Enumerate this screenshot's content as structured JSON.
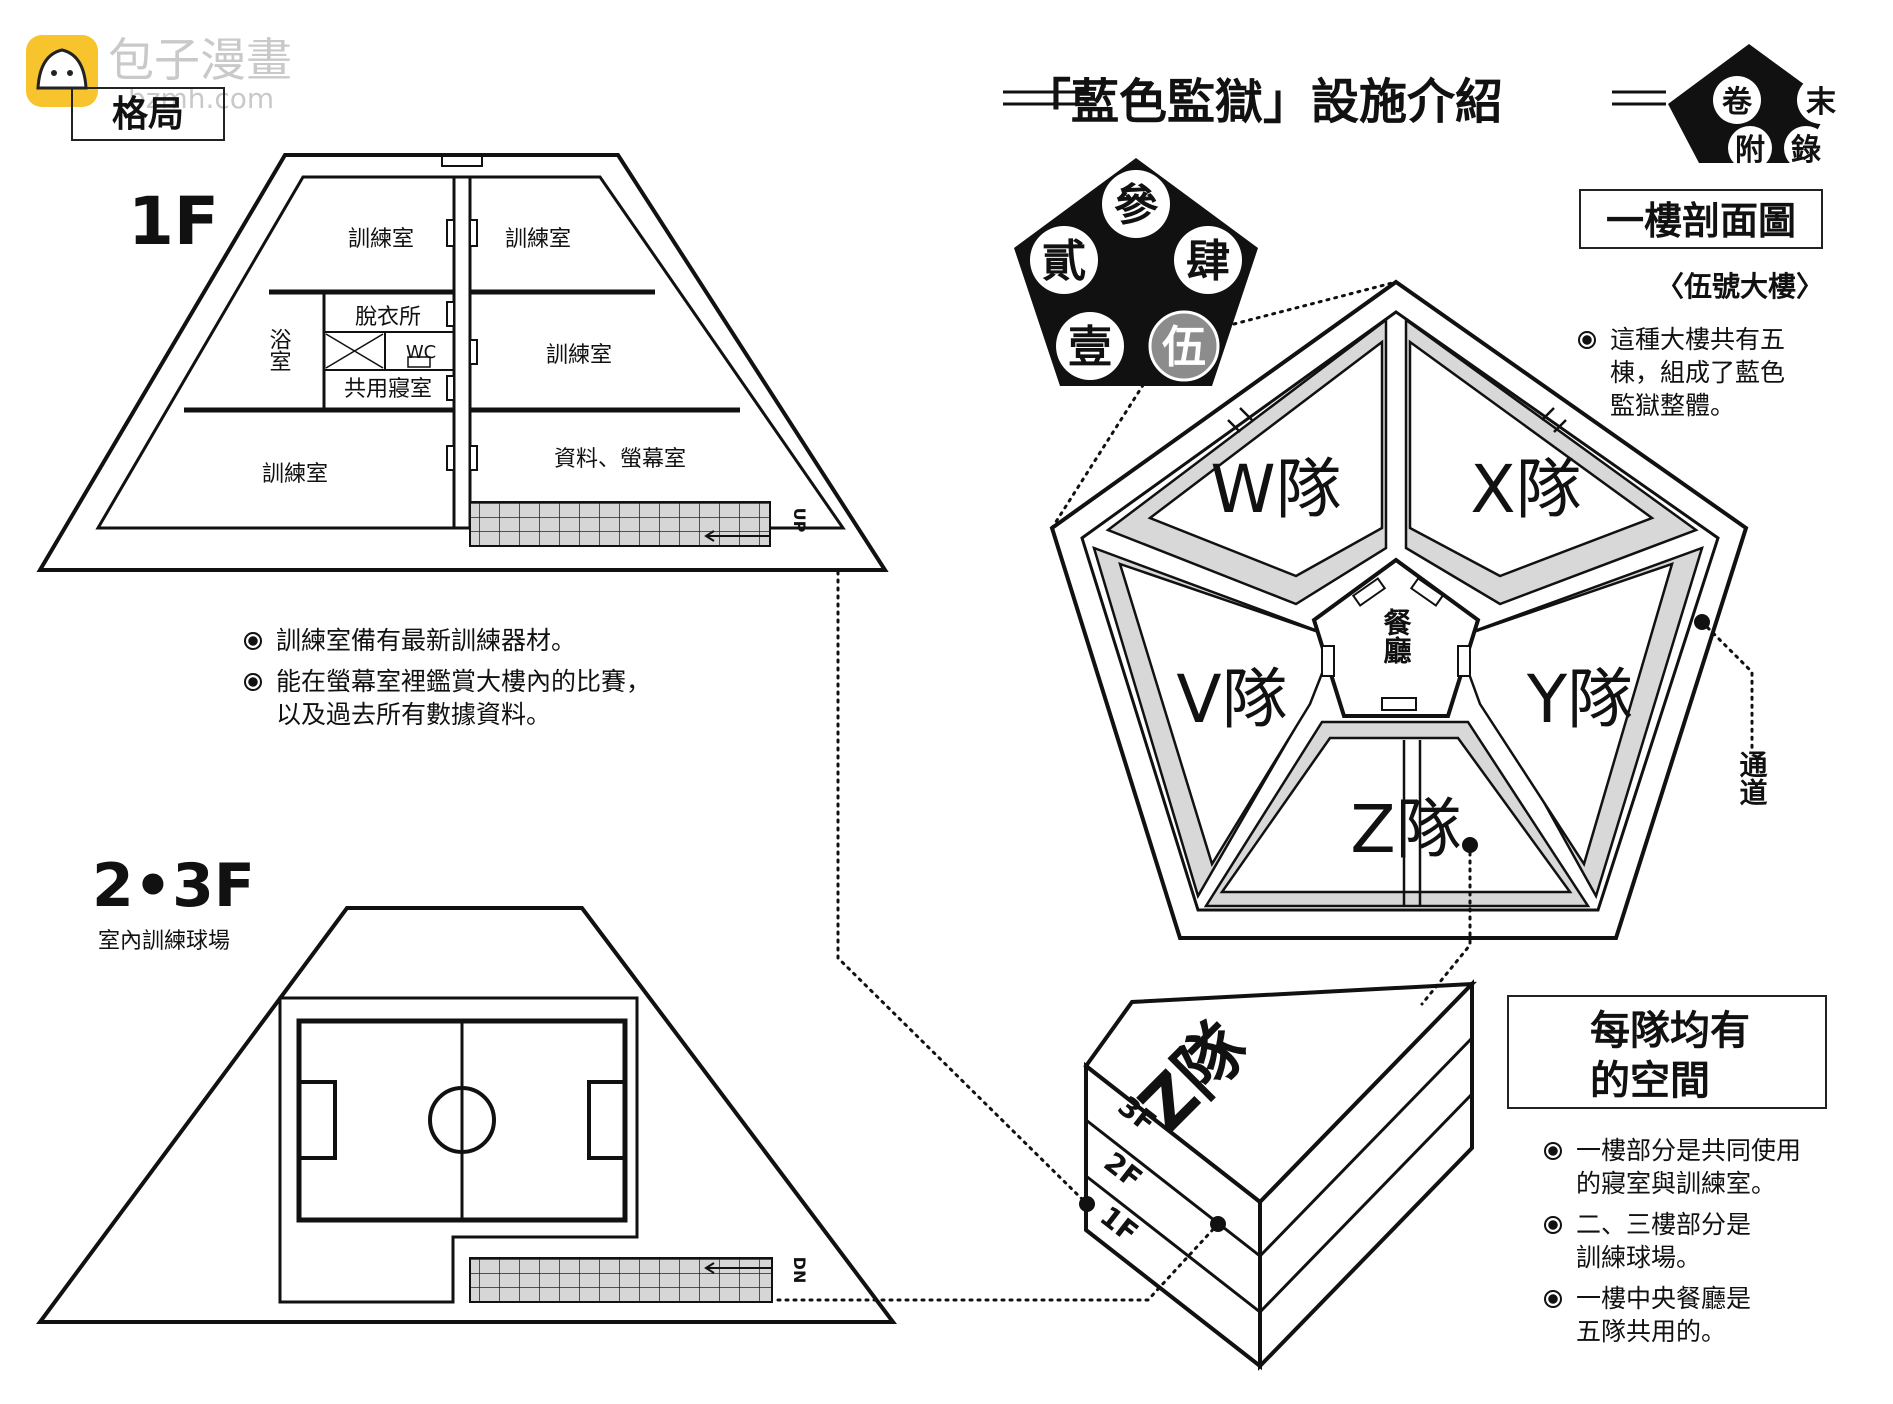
{
  "watermark": {
    "name": "包子漫畫",
    "url": "bzmh.com"
  },
  "header": {
    "title": "「藍色監獄」設施介紹",
    "badge": [
      "卷",
      "末",
      "附",
      "錄"
    ]
  },
  "layout_box": "格局",
  "floor1": {
    "label": "1F",
    "rooms": {
      "training_top_left": "訓練室",
      "training_top_right": "訓練室",
      "bath": "浴室",
      "changing": "脫衣所",
      "wc": "WC",
      "shared_dorm": "共用寢室",
      "training_mid_right": "訓練室",
      "training_bottom_left": "訓練室",
      "data_room": "資料、螢幕室"
    },
    "stairs": "UP",
    "notes": [
      "訓練室備有最新訓練器材。",
      "能在螢幕室裡鑑賞大樓內的比賽，",
      "以及過去所有數據資料。"
    ]
  },
  "floor23": {
    "label": "2•3F",
    "sublabel": "室內訓練球場",
    "stairs": "DN"
  },
  "index_pentagon": [
    "壹",
    "貳",
    "參",
    "肆",
    "伍"
  ],
  "section": {
    "title": "一樓剖面圖",
    "subtitle": "〈伍號大樓〉",
    "notes": [
      "這種大樓共有五",
      "棟，組成了藍色",
      "監獄整體。"
    ]
  },
  "pentagon": {
    "teams": [
      "W隊",
      "X隊",
      "Y隊",
      "Z隊",
      "V隊"
    ],
    "center": "餐廳",
    "corridor": "通道"
  },
  "block": {
    "team": "Z隊",
    "floors": [
      "3F",
      "2F",
      "1F"
    ]
  },
  "space": {
    "title_lines": [
      "每隊均有",
      "的空間"
    ],
    "notes": [
      [
        "一樓部分是共同使用",
        "的寢室與訓練室。"
      ],
      [
        "二、三樓部分是",
        "訓練球場。"
      ],
      [
        "一樓中央餐廳是",
        "五隊共用的。"
      ]
    ]
  }
}
